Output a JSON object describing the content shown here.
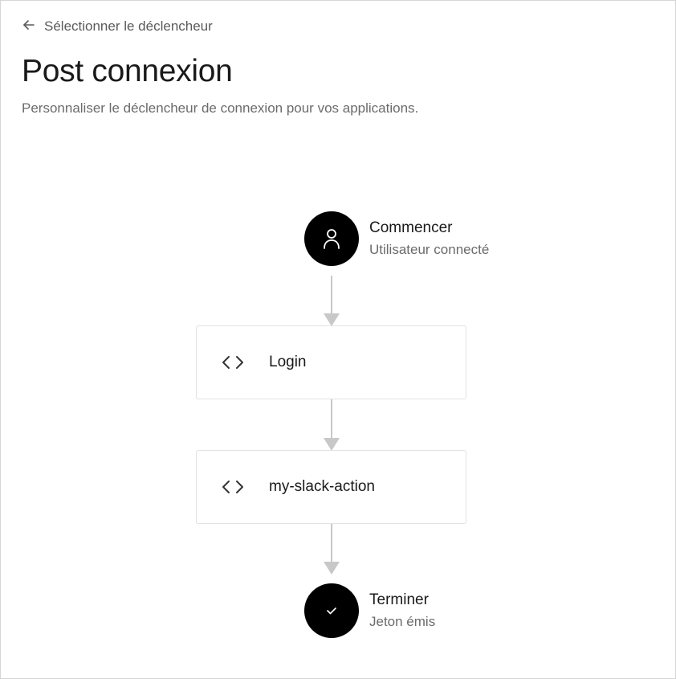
{
  "back_link": {
    "label": "Sélectionner le déclencheur",
    "icon": "arrow-left-icon"
  },
  "header": {
    "title": "Post connexion",
    "subtitle": "Personnaliser le déclencheur de connexion pour vos applications."
  },
  "flow": {
    "start": {
      "title": "Commencer",
      "subtitle": "Utilisateur connecté",
      "icon": "user-icon"
    },
    "actions": [
      {
        "label": "Login",
        "icon": "code-icon"
      },
      {
        "label": "my-slack-action",
        "icon": "code-icon"
      }
    ],
    "end": {
      "title": "Terminer",
      "subtitle": "Jeton émis",
      "icon": "check-icon"
    }
  },
  "colors": {
    "node_fill": "#000000",
    "connector": "#c8c8c8",
    "card_border": "#e2e2e2",
    "muted_text": "#6b6b6b"
  }
}
